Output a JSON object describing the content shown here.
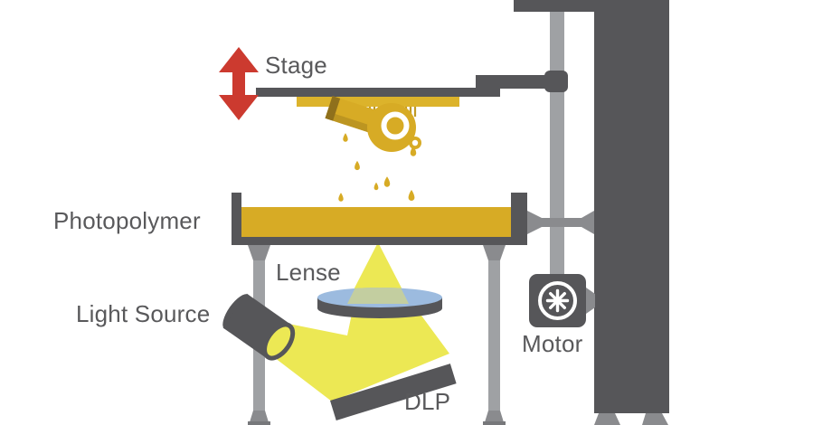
{
  "diagram": {
    "subject": "DLP stereolithography 3D printer schematic",
    "labels": {
      "stage": "Stage",
      "photopolymer": "Photopolymer",
      "lens": "Lense",
      "light_source": "Light Source",
      "dlp": "DLP",
      "motor": "Motor"
    },
    "icons": {
      "stage_motion": "up-down-arrow-icon",
      "motor_face": "fan-icon"
    }
  },
  "colors": {
    "background": "#FFFFFF",
    "white": "#FFFFFF",
    "label_text": "#59595B",
    "dark_gray": "#565659",
    "mid_gray": "#8A8B8E",
    "light_gray": "#9FA1A4",
    "foot_base_gray": "#77787B",
    "gold": "#D7AB25",
    "plate_gold": "#DCB32B",
    "gold_dark": "#8F701C",
    "gold_shadow": "#BC9521",
    "support_gold": "#C09A25",
    "beam_yellow": "#ECE854",
    "lens_blue": "#9CBBDF",
    "beam_on_lens": "#C3CEA0",
    "arrow_red": "#CC3A2F"
  }
}
